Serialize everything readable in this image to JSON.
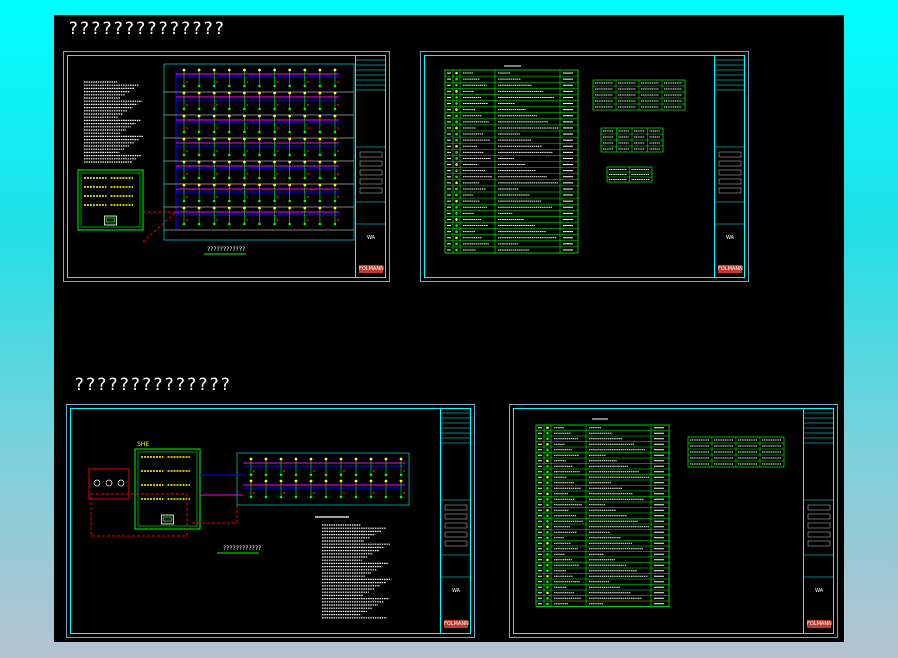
{
  "headings": {
    "top": "??????????????",
    "bottom": "??????????????"
  },
  "sheet_a": {
    "diagram_caption": "????????????",
    "titleblock_code": "WA",
    "logo_text": "FOLMANN"
  },
  "sheet_b": {
    "titleblock_code": "WA",
    "logo_text": "FOLMANN"
  },
  "sheet_c": {
    "block_label": "SHE",
    "diagram_caption": "????????????",
    "titleblock_code": "WA",
    "logo_text": "FOLMANN"
  },
  "sheet_d": {
    "titleblock_code": "WA",
    "logo_text": "FOLMANN"
  },
  "colors": {
    "frame": "#00ffff",
    "table": "#00ff00",
    "bus": "#ff00ff",
    "feeder": "#0000ff",
    "device": "#ffff00",
    "emergency": "#ff0000"
  },
  "icons": [
    "panel-box-icon",
    "monitor-icon"
  ]
}
